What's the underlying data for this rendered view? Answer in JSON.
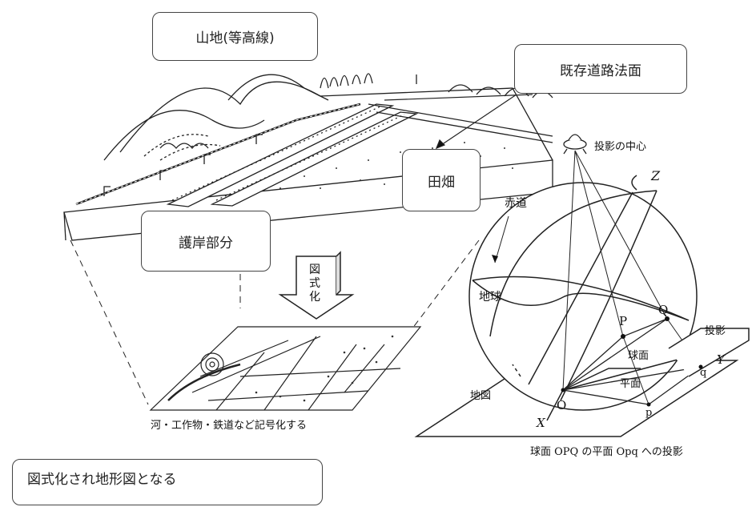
{
  "callouts": {
    "mountain": "山地(等高線)",
    "road_slope": "既存道路法面",
    "field": "田畑",
    "embankment": "護岸部分",
    "result": "図式化され地形図となる"
  },
  "arrow_text": [
    "図",
    "式",
    "化"
  ],
  "map_caption": "河・工作物・鉄道など記号化する",
  "projection": {
    "center": "投影の中心",
    "z": "Z",
    "equator": "赤道",
    "earth": "地球",
    "p_upper": "P",
    "q_upper": "Q",
    "sphere": "球面",
    "projection_label": "投影",
    "y": "Y",
    "plane": "平面",
    "q_lower": "q",
    "map": "地図",
    "o": "O",
    "x": "X",
    "p_lower": "p",
    "caption": "球面 OPQ の平面 Opq への投影"
  }
}
